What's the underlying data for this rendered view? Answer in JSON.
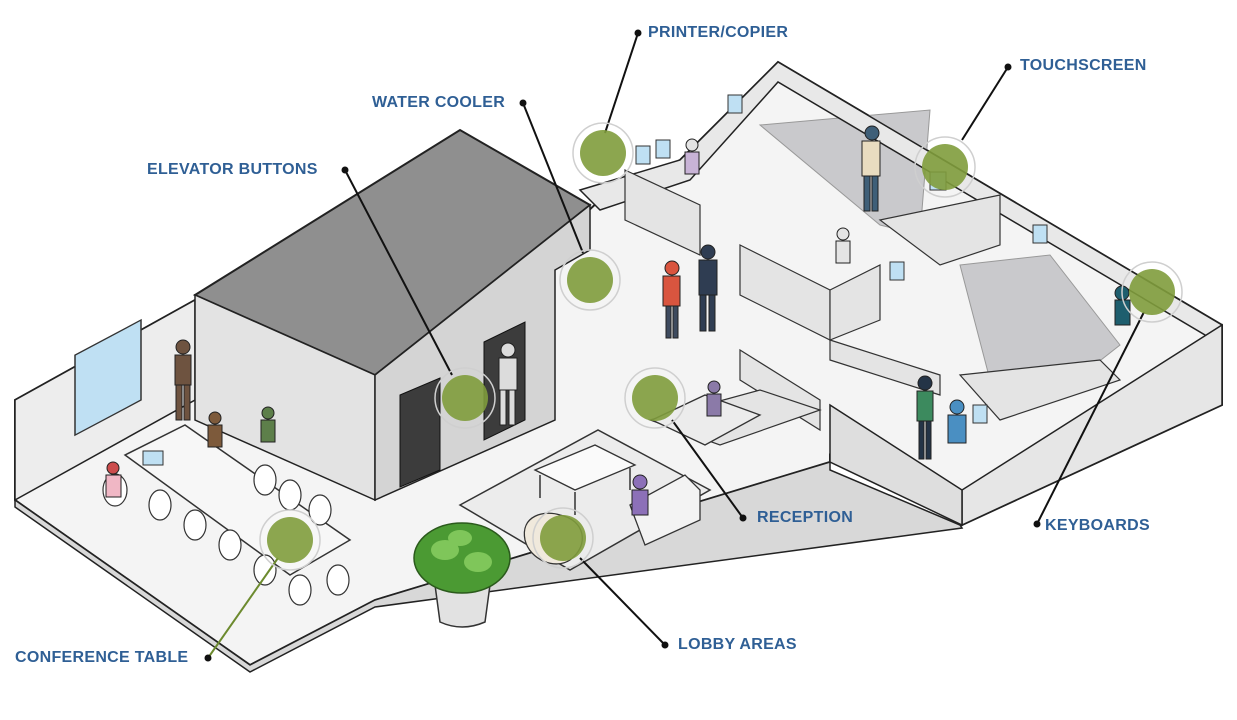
{
  "colors": {
    "label_text": "#2f5f95",
    "hotspot_fill": "#7f9c3c",
    "leader_line": "#111111",
    "conference_leader": "#6c8a2e",
    "wall_dark": "#8d8d8d",
    "floor": "#f1f1f1",
    "carpet": "#cfcfd1"
  },
  "hotspots": [
    {
      "id": "printer-copier",
      "label": "PRINTER/COPIER"
    },
    {
      "id": "touchscreen",
      "label": "TOUCHSCREEN"
    },
    {
      "id": "water-cooler",
      "label": "WATER COOLER"
    },
    {
      "id": "elevator-buttons",
      "label": "ELEVATOR BUTTONS"
    },
    {
      "id": "reception",
      "label": "RECEPTION"
    },
    {
      "id": "keyboards",
      "label": "KEYBOARDS"
    },
    {
      "id": "lobby-areas",
      "label": "LOBBY AREAS"
    },
    {
      "id": "conference-table",
      "label": "CONFERENCE TABLE"
    }
  ]
}
